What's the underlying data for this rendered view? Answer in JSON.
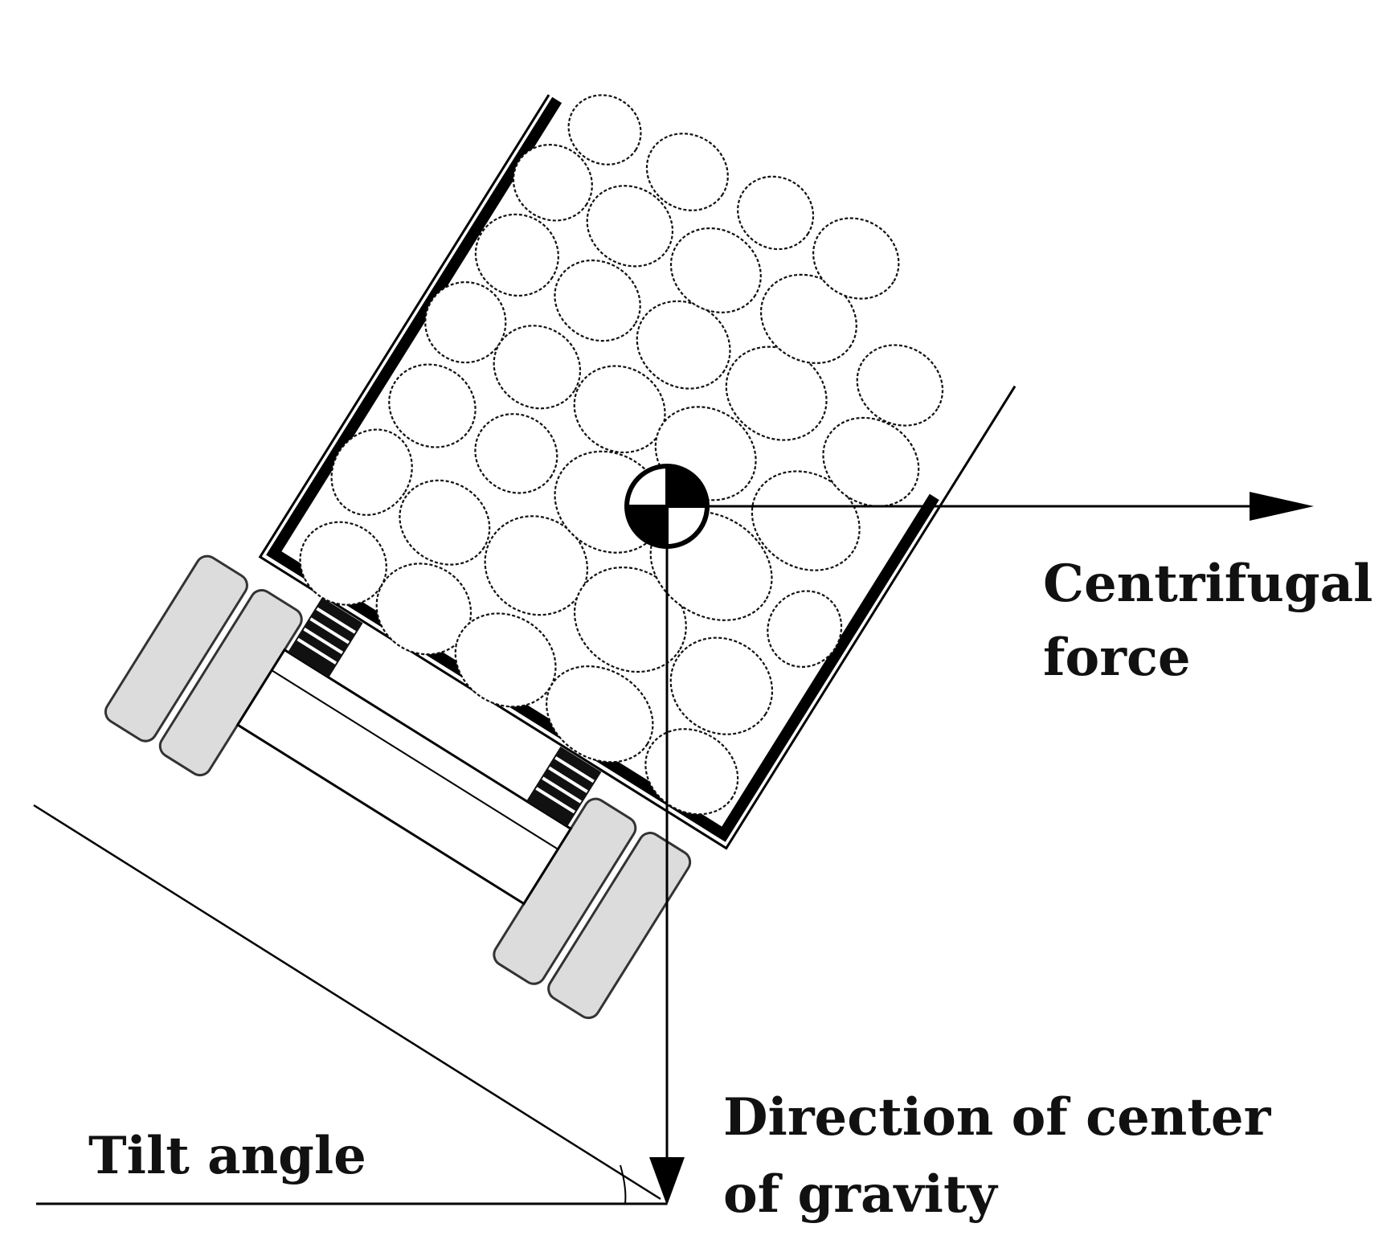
{
  "labels": {
    "centrifugal_line1": "Centrifugal",
    "centrifugal_line2": "force",
    "gravity_line1": "Direction of center",
    "gravity_line2": "of gravity",
    "tilt": "Tilt angle"
  },
  "colors": {
    "ink": "#000000",
    "wheel_fill": "#dcdcdc",
    "background": "#ffffff"
  },
  "icons": {
    "center_of_gravity": "center-of-gravity-icon"
  }
}
